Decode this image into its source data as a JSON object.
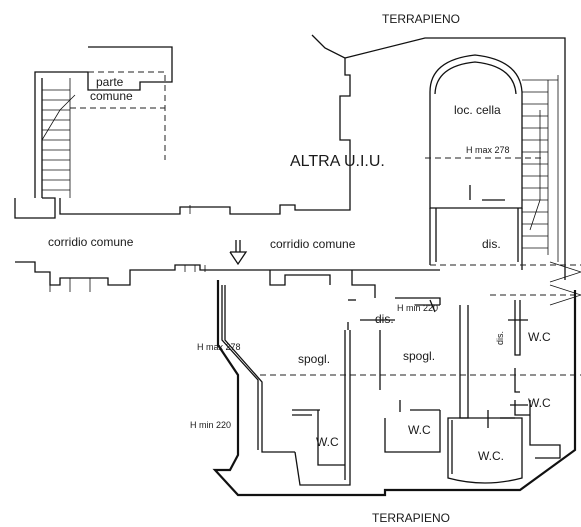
{
  "labels": {
    "terrapieno_top": "TERRAPIENO",
    "terrapieno_bottom": "TERRAPIENO",
    "altra_uiu": "ALTRA U.I.U.",
    "loc_cella": "loc. cella",
    "h_max_278_right": "H max 278",
    "parte": "parte",
    "comune": "comune",
    "corridio_comune_left": "corridio comune",
    "corridio_comune_right": "corridio comune",
    "dis_stair": "dis.",
    "h_min_220_mid": "H min 220",
    "dis_mid": "dis.",
    "dis_vertical": "dis.",
    "spogl_left": "spogl.",
    "spogl_mid": "spogl.",
    "h_max_278_left": "H max 278",
    "h_min_220_left": "H min 220",
    "wc_1": "W.C",
    "wc_2": "W.C",
    "wc_3": "W.C.",
    "wc_right_top": "W.C",
    "wc_right_bottom": "W.C"
  }
}
